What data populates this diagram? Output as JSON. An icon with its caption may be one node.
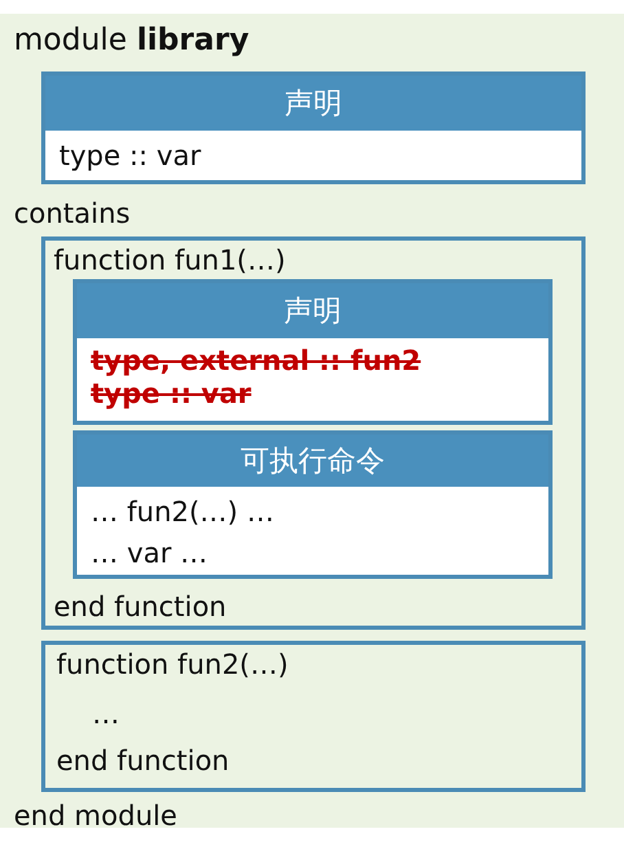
{
  "diagram": {
    "nodes": [
      {
        "text": [
          "module **library**",
          "contains",
          "end module"
        ]
      },
      {
        "text": [
          "声明",
          "type :: var"
        ],
        "in": 0
      },
      {
        "text": [
          "function fun1(…)",
          "end function"
        ],
        "in": 0
      },
      {
        "text": [
          "声明",
          "type, external :: fun2",
          "type :: var"
        ],
        "in": 2
      },
      {
        "text": [
          "可执行命令",
          "… fun2(…) …",
          "… var …"
        ],
        "in": 2
      },
      {
        "text": [
          "function fun2(…)",
          "…",
          "end function"
        ],
        "in": 0
      }
    ]
  }
}
